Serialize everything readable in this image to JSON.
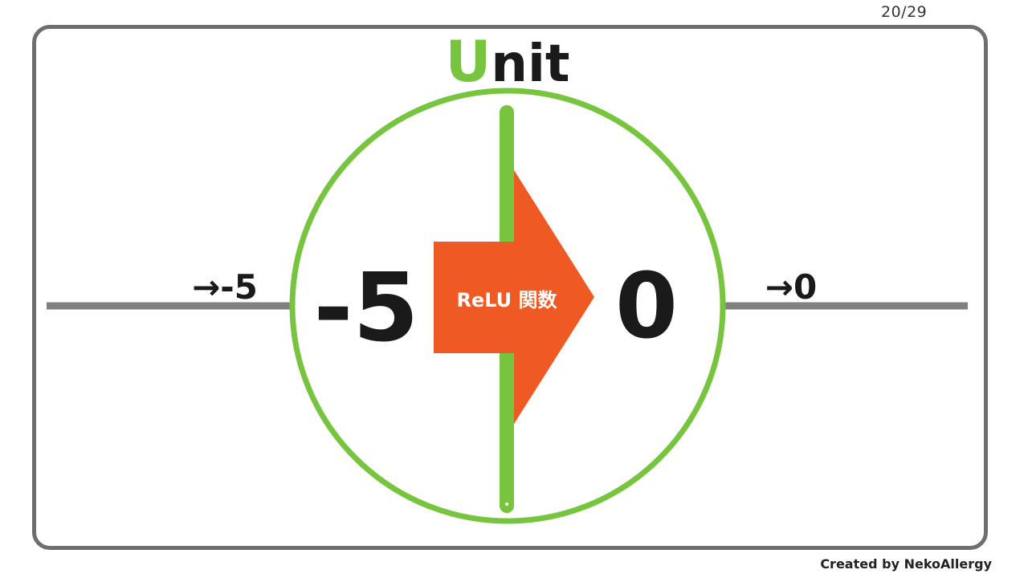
{
  "page_number": "20/29",
  "credit": "Created by NekoAllergy",
  "unit": {
    "title_initial": "U",
    "title_rest": "nit",
    "input_value": "-5",
    "output_value": "0",
    "function_label": "ReLU 関数"
  },
  "connections": {
    "input_label": "→-5",
    "output_label": "→0"
  },
  "colors": {
    "frame": "#6e6e6e",
    "line": "#808080",
    "unit_green": "#77c53f",
    "arrow_orange": "#ef5a24",
    "text_dark": "#1a1a1a"
  }
}
